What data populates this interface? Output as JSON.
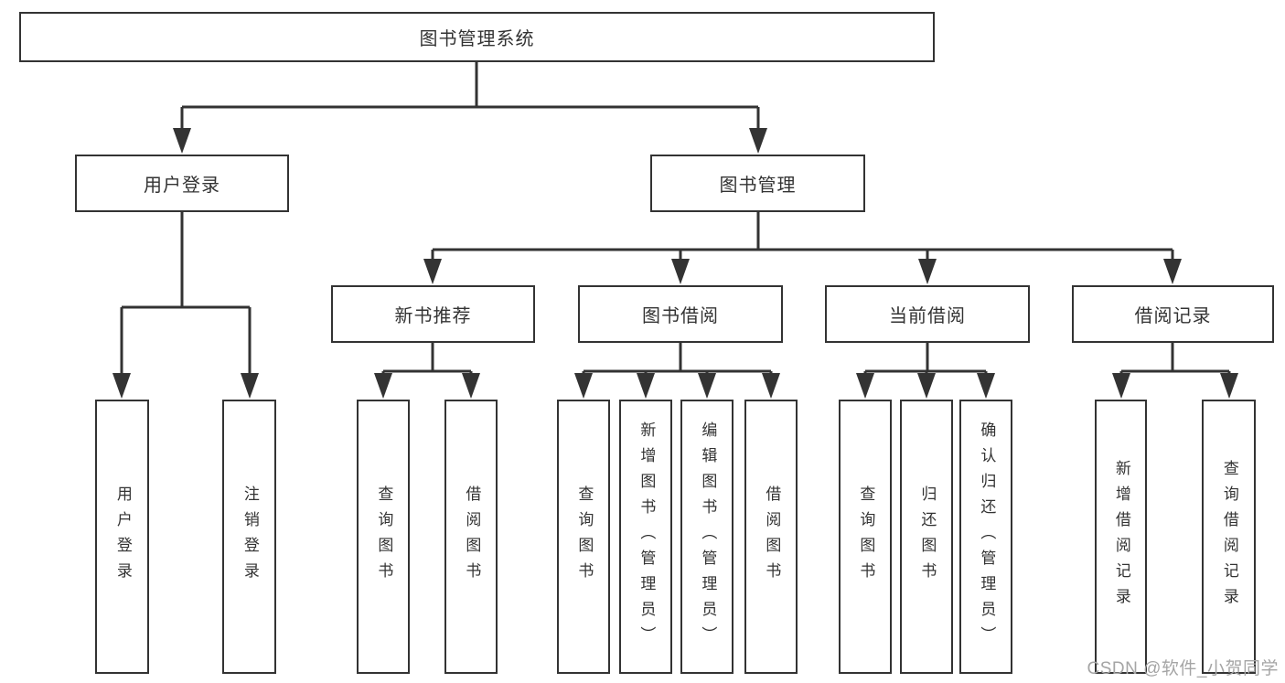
{
  "diagram": {
    "tree": {
      "label": "图书管理系统",
      "children": [
        {
          "label": "用户登录",
          "children": [
            {
              "label": "用户登录"
            },
            {
              "label": "注销登录"
            }
          ]
        },
        {
          "label": "图书管理",
          "children": [
            {
              "label": "新书推荐",
              "children": [
                {
                  "label": "查询图书"
                },
                {
                  "label": "借阅图书"
                }
              ]
            },
            {
              "label": "图书借阅",
              "children": [
                {
                  "label": "查询图书"
                },
                {
                  "label": "新增图书（管理员）"
                },
                {
                  "label": "编辑图书（管理员）"
                },
                {
                  "label": "借阅图书"
                }
              ]
            },
            {
              "label": "当前借阅",
              "children": [
                {
                  "label": "查询图书"
                },
                {
                  "label": "归还图书"
                },
                {
                  "label": "确认归还（管理员）"
                }
              ]
            },
            {
              "label": "借阅记录",
              "children": [
                {
                  "label": "新增借阅记录"
                },
                {
                  "label": "查询借阅记录"
                }
              ]
            }
          ]
        }
      ]
    },
    "watermark": {
      "text": "CSDN @软件_小贺同学"
    },
    "colors": {
      "line": "#333333",
      "text": "#333333",
      "box_background": "#ffffff",
      "watermark": "#a5a5a5"
    }
  }
}
